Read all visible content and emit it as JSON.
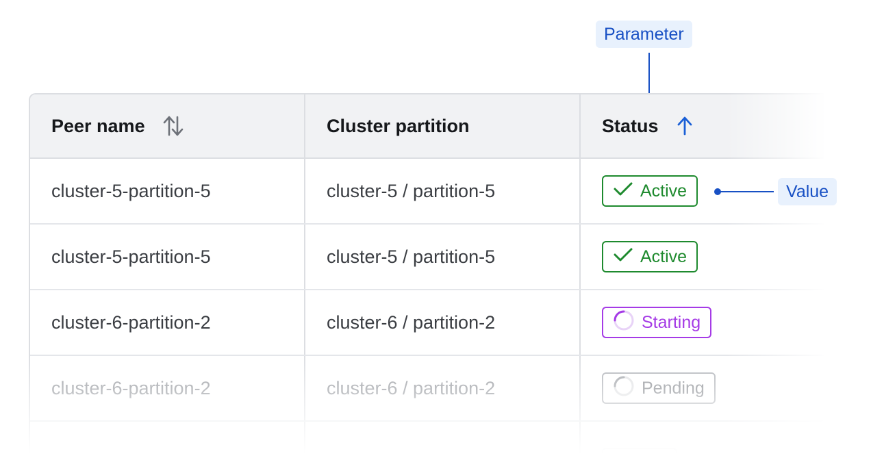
{
  "annotations": {
    "parameter_label": "Parameter",
    "value_label": "Value"
  },
  "table": {
    "columns": [
      {
        "label": "Peer name",
        "sort": "unsorted"
      },
      {
        "label": "Cluster partition",
        "sort": "none"
      },
      {
        "label": "Status",
        "sort": "ascending"
      }
    ],
    "rows": [
      {
        "peer_name": "cluster-5-partition-5",
        "cluster_partition": "cluster-5 / partition-5",
        "status": "Active"
      },
      {
        "peer_name": "cluster-5-partition-5",
        "cluster_partition": "cluster-5 / partition-5",
        "status": "Active"
      },
      {
        "peer_name": "cluster-6-partition-2",
        "cluster_partition": "cluster-6 / partition-2",
        "status": "Starting"
      },
      {
        "peer_name": "cluster-6-partition-2",
        "cluster_partition": "cluster-6 / partition-2",
        "status": "Pending"
      }
    ]
  },
  "colors": {
    "annotation": "#1850c4",
    "annotation_bg": "#e8f1fd",
    "active": "#1e8a2e",
    "starting": "#a53be6",
    "pending": "#8f9297",
    "sort_active": "#1a5fd6",
    "header_bg": "#f1f2f4"
  },
  "icons": {
    "unsorted": "sort-up-down-icon",
    "ascending": "arrow-up-icon",
    "active": "check-icon",
    "starting": "spinner-icon",
    "pending": "spinner-icon"
  }
}
